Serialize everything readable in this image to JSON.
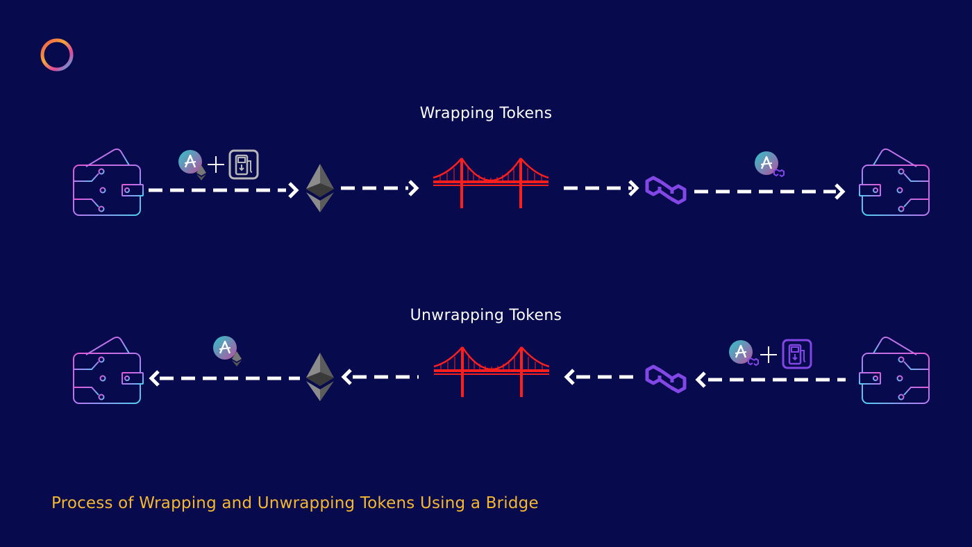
{
  "wrapping_title": "Wrapping Tokens",
  "unwrapping_title": "Unwrapping Tokens",
  "caption": "Process of Wrapping and Unwrapping Tokens Using a Bridge",
  "colors": {
    "background": "#070a4d",
    "caption": "#f5b830",
    "bridge": "#ff1f1f",
    "polygon": "#8247e5",
    "arrow": "#ffffff"
  },
  "icons": {
    "logo": "ring-logo-icon",
    "wallet": "wallet-icon",
    "ethereum": "ethereum-icon",
    "bridge": "bridge-icon",
    "polygon": "polygon-icon",
    "token": "aave-token-icon",
    "gas": "gas-pump-icon"
  }
}
